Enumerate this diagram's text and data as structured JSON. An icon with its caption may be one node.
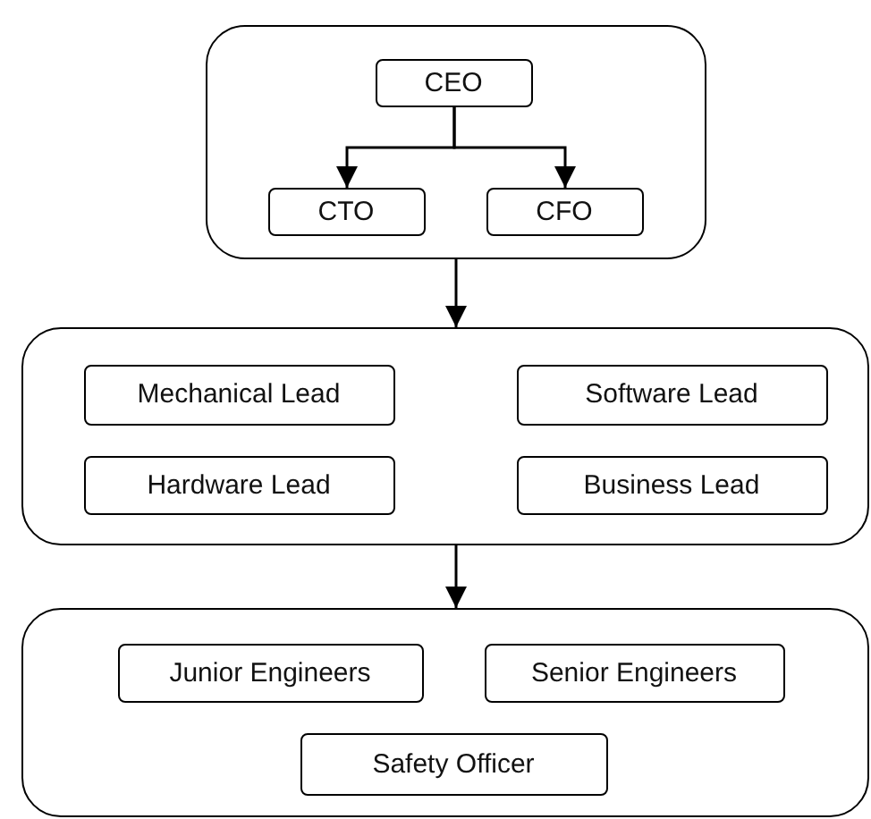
{
  "diagram": {
    "nodes": [
      {
        "text": [],
        "shape": "box"
      },
      {
        "text": [
          "CEO"
        ],
        "in": 0
      },
      {
        "text": [
          "CTO"
        ],
        "in": 0
      },
      {
        "text": [
          "CFO"
        ],
        "in": 0
      },
      {
        "text": [],
        "shape": "box"
      },
      {
        "text": [
          "Mechanical Lead"
        ],
        "in": 4
      },
      {
        "text": [
          "Software Lead"
        ],
        "in": 4
      },
      {
        "text": [
          "Hardware Lead"
        ],
        "in": 4
      },
      {
        "text": [
          "Business Lead"
        ],
        "in": 4
      },
      {
        "text": [],
        "shape": "box"
      },
      {
        "text": [
          "Junior Engineers"
        ],
        "in": 9
      },
      {
        "text": [
          "Senior Engineers"
        ],
        "in": 9
      },
      {
        "text": [
          "Safety Officer"
        ],
        "in": 9
      }
    ],
    "edges": [
      {
        "from": 1,
        "to": 2,
        "arrow": "to"
      },
      {
        "from": 1,
        "to": 3,
        "arrow": "to"
      },
      {
        "from": 0,
        "to": 4,
        "arrow": "to"
      },
      {
        "from": 4,
        "to": 9,
        "arrow": "to"
      }
    ]
  }
}
